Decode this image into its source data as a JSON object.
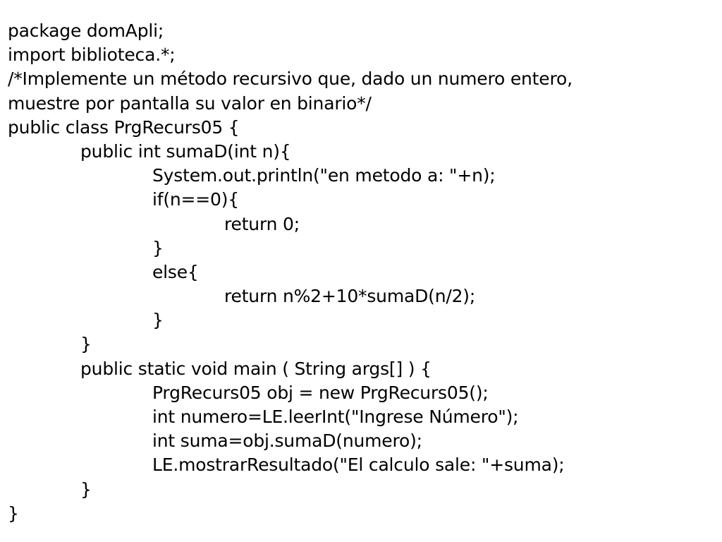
{
  "document": {
    "lines": [
      {
        "text": "package domApli;"
      },
      {
        "text": "import biblioteca.*;"
      },
      {
        "text": "/*Implemente un método recursivo que, dado un numero entero,"
      },
      {
        "text": "muestre por pantalla su valor en binario*/"
      },
      {
        "text": "public class PrgRecurs05 {"
      },
      {
        "text": "public int sumaD(int n){"
      },
      {
        "text": "System.out.println(\"en metodo a: \"+n);"
      },
      {
        "text": "if(n==0){"
      },
      {
        "text": "return 0;"
      },
      {
        "text": "}"
      },
      {
        "text": "else{"
      },
      {
        "text": "return n%2+10*sumaD(n/2);"
      },
      {
        "text": "}"
      },
      {
        "text": "}"
      },
      {
        "text": "public static void main ( String args[] ) {"
      },
      {
        "text": "PrgRecurs05 obj = new PrgRecurs05();"
      },
      {
        "text": "int numero=LE.leerInt(\"Ingrese Número\");"
      },
      {
        "text": "int suma=obj.sumaD(numero);"
      },
      {
        "text": "LE.mostrarResultado(\"El calculo sale: \"+suma);"
      },
      {
        "text": "}"
      },
      {
        "text": "}"
      }
    ]
  }
}
